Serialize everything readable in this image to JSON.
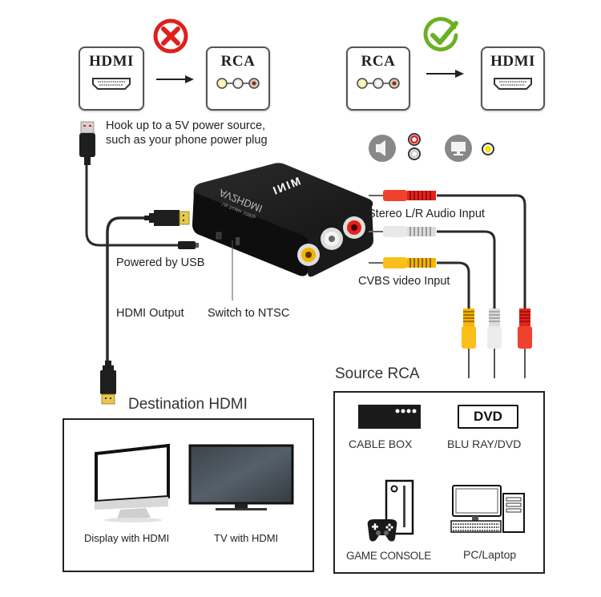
{
  "top_left": {
    "status": "incorrect",
    "status_icon": "x-circle-icon",
    "status_color": "#e0201b",
    "from_label": "HDMI",
    "to_label": "RCA"
  },
  "top_right": {
    "status": "correct",
    "status_icon": "check-circle-icon",
    "status_color": "#6ab023",
    "from_label": "RCA",
    "to_label": "HDMI"
  },
  "power_note": {
    "line1": "Hook up to a 5V power source,",
    "line2": "such as your phone power plug"
  },
  "device": {
    "brand": "MINI",
    "model": "AV2HDMI",
    "subtitle": "Up Scaler 1080p"
  },
  "callouts": {
    "powered_by_usb": "Powered by USB",
    "hdmi_output": "HDMI Output",
    "switch_ntsc": "Switch to NTSC",
    "stereo_audio": "Stereo L/R Audio Input",
    "cvbs_video": "CVBS video Input"
  },
  "legend_icons": [
    "speaker-icon",
    "monitor-icon"
  ],
  "colors": {
    "rca_red": "#e8261c",
    "rca_white": "#e6e6e6",
    "rca_yellow": "#f5b400",
    "hdmi_gold": "#e8c84a",
    "cable": "#2a2a2a"
  },
  "destination": {
    "heading": "Destination HDMI",
    "items": [
      {
        "label": "Display with HDMI",
        "icon": "monitor-icon"
      },
      {
        "label": "TV with HDMI",
        "icon": "tv-icon"
      }
    ]
  },
  "source": {
    "heading": "Source RCA",
    "items": [
      {
        "label": "CABLE BOX",
        "icon": "cable-box-icon"
      },
      {
        "label": "BLU RAY/DVD",
        "icon": "dvd-icon",
        "badge": "DVD"
      },
      {
        "label": "GAME CONSOLE",
        "icon": "game-console-icon"
      },
      {
        "label": "PC/Laptop",
        "icon": "pc-icon"
      }
    ]
  }
}
